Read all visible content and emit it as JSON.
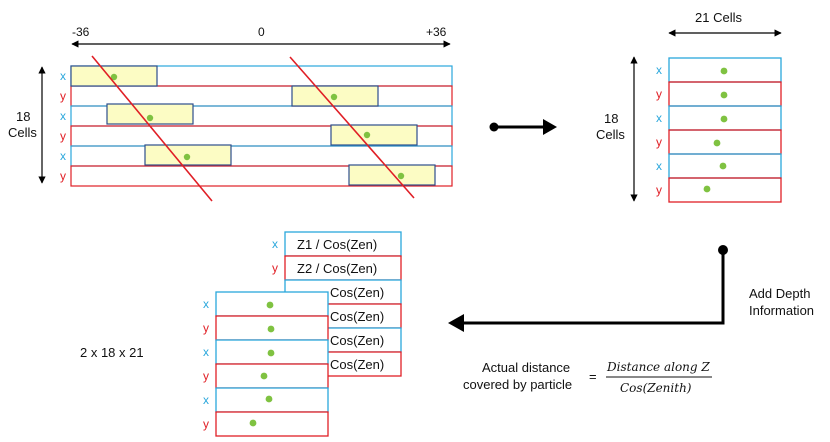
{
  "colors": {
    "x_row": "#2aa7dc",
    "y_row": "#e01f26",
    "hit_fill": "#fcfcc4",
    "hit_stroke": "#2d4e8c",
    "dot": "#7fc241",
    "track_line": "#e01f26",
    "arrow": "#000000"
  },
  "icons": [
    "right-arrow-icon",
    "elbow-left-arrow-icon",
    "double-arrow-icon"
  ],
  "row_labels": [
    "x",
    "y",
    "x",
    "y",
    "x",
    "y"
  ],
  "input_grid": {
    "axis_left": "-36",
    "axis_mid": "0",
    "axis_right": "+36",
    "cells_label_line1": "18",
    "cells_label_line2": "Cells"
  },
  "compressed_grid": {
    "width_label": "21 Cells",
    "cells_label_line1": "18",
    "cells_label_line2": "Cells"
  },
  "depth": {
    "label_line1": "Add Depth",
    "label_line2": "Information",
    "back_labels": [
      "Z1 / Cos(Zen)",
      "Z2 / Cos(Zen)",
      "Cos(Zen)",
      "Cos(Zen)",
      "Cos(Zen)",
      "Cos(Zen)"
    ],
    "dimension_label": "2 x 18 x 21"
  },
  "formula": {
    "lhs_line1": "Actual distance",
    "lhs_line2": "covered by particle",
    "equals": "=",
    "numerator": "Distance along Z",
    "denominator": "Cos(Zenith)"
  }
}
